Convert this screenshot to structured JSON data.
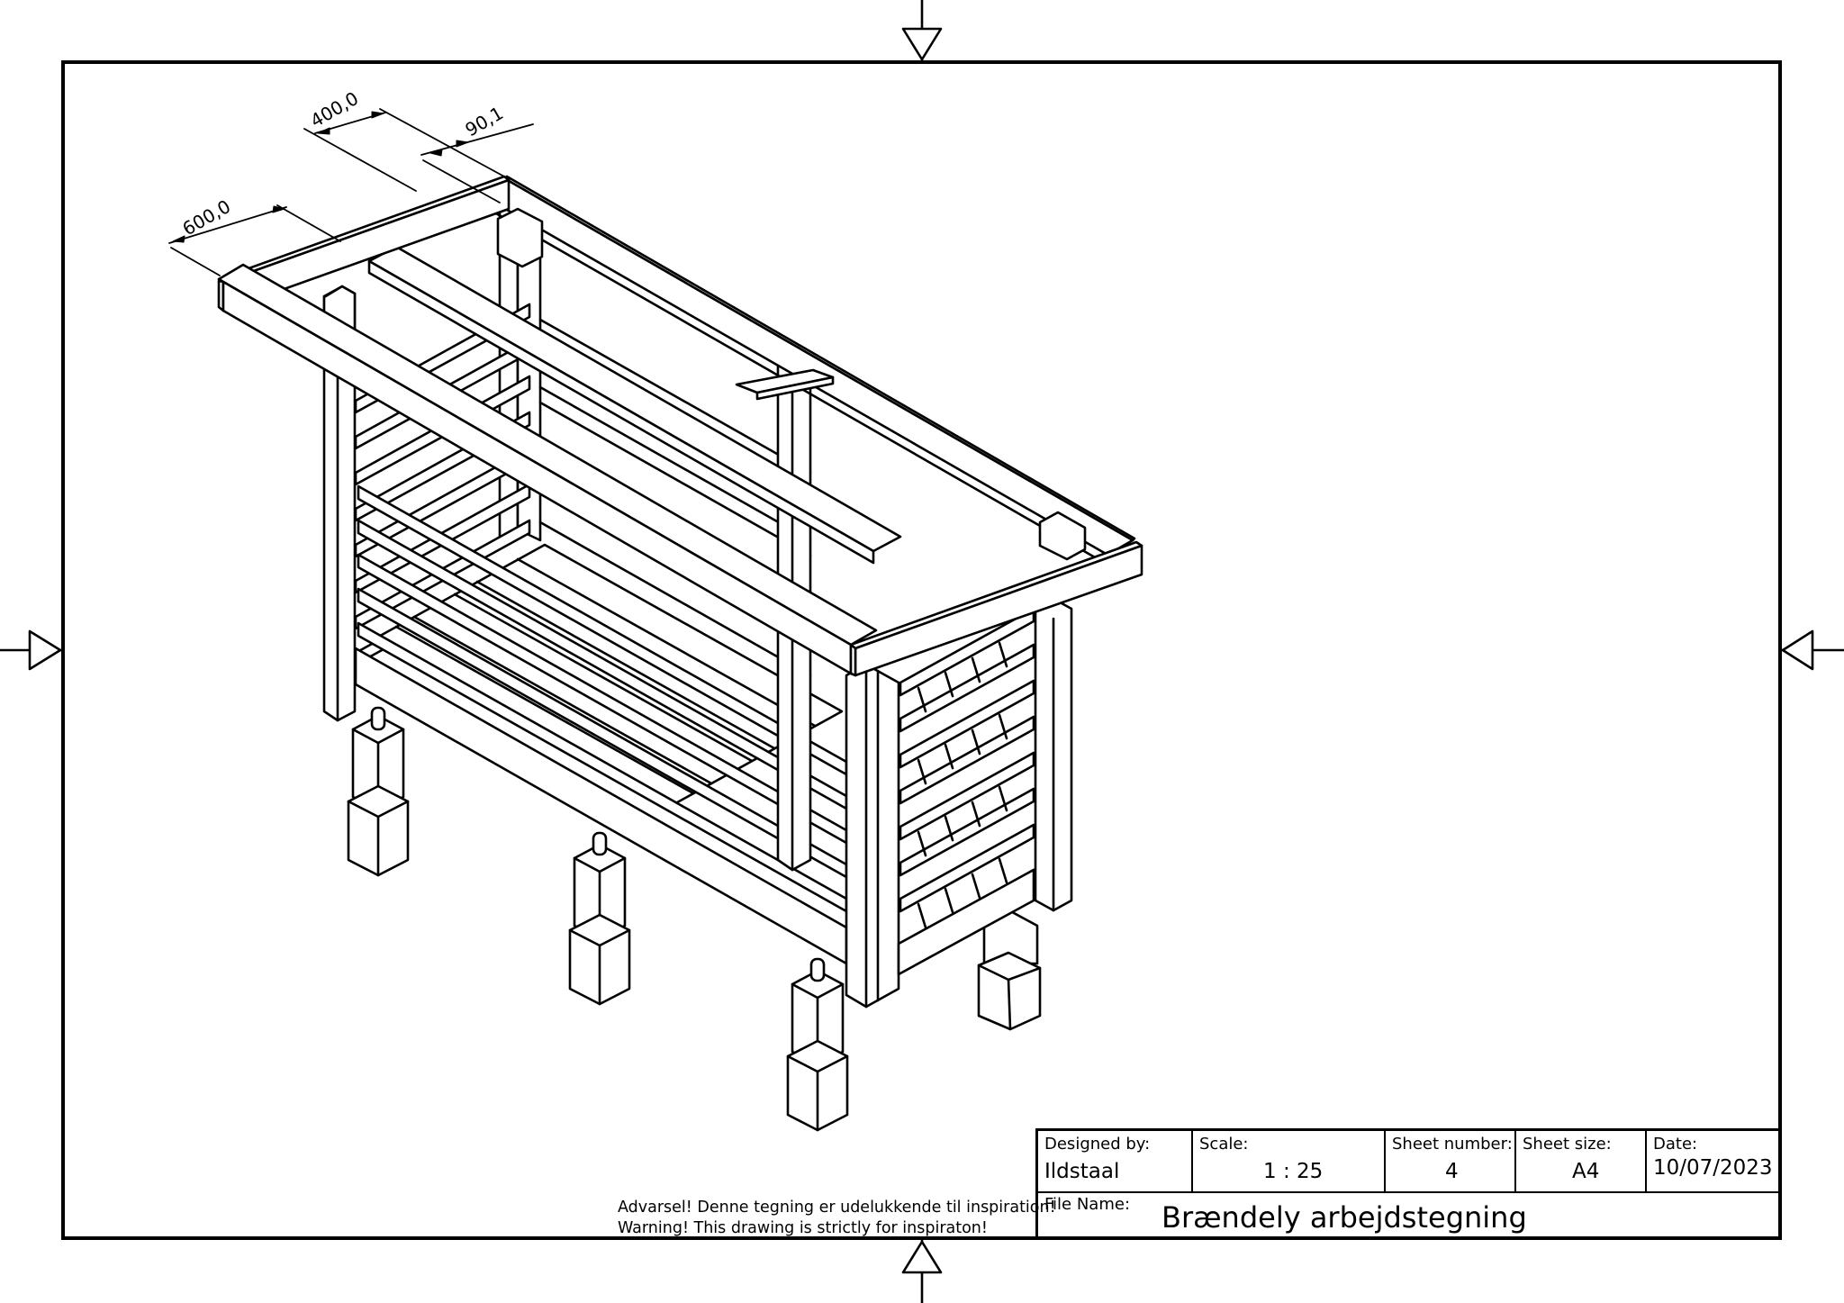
{
  "dimensions": {
    "d1": "600,0",
    "d2": "400,0",
    "d3": "90,1"
  },
  "warning": {
    "line1": "Advarsel! Denne tegning er udelukkende til inspiration!",
    "line2": "Warning! This drawing is strictly for inspiraton!"
  },
  "title_block": {
    "designed_by_label": "Designed by:",
    "designed_by": "Ildstaal",
    "scale_label": "Scale:",
    "scale": "1 : 25",
    "sheet_number_label": "Sheet number:",
    "sheet_number": "4",
    "sheet_size_label": "Sheet size:",
    "sheet_size": "A4",
    "date_label": "Date:",
    "date": "10/07/2023",
    "file_name_label": "File Name:",
    "file_name": "Brændely arbejdstegning"
  }
}
